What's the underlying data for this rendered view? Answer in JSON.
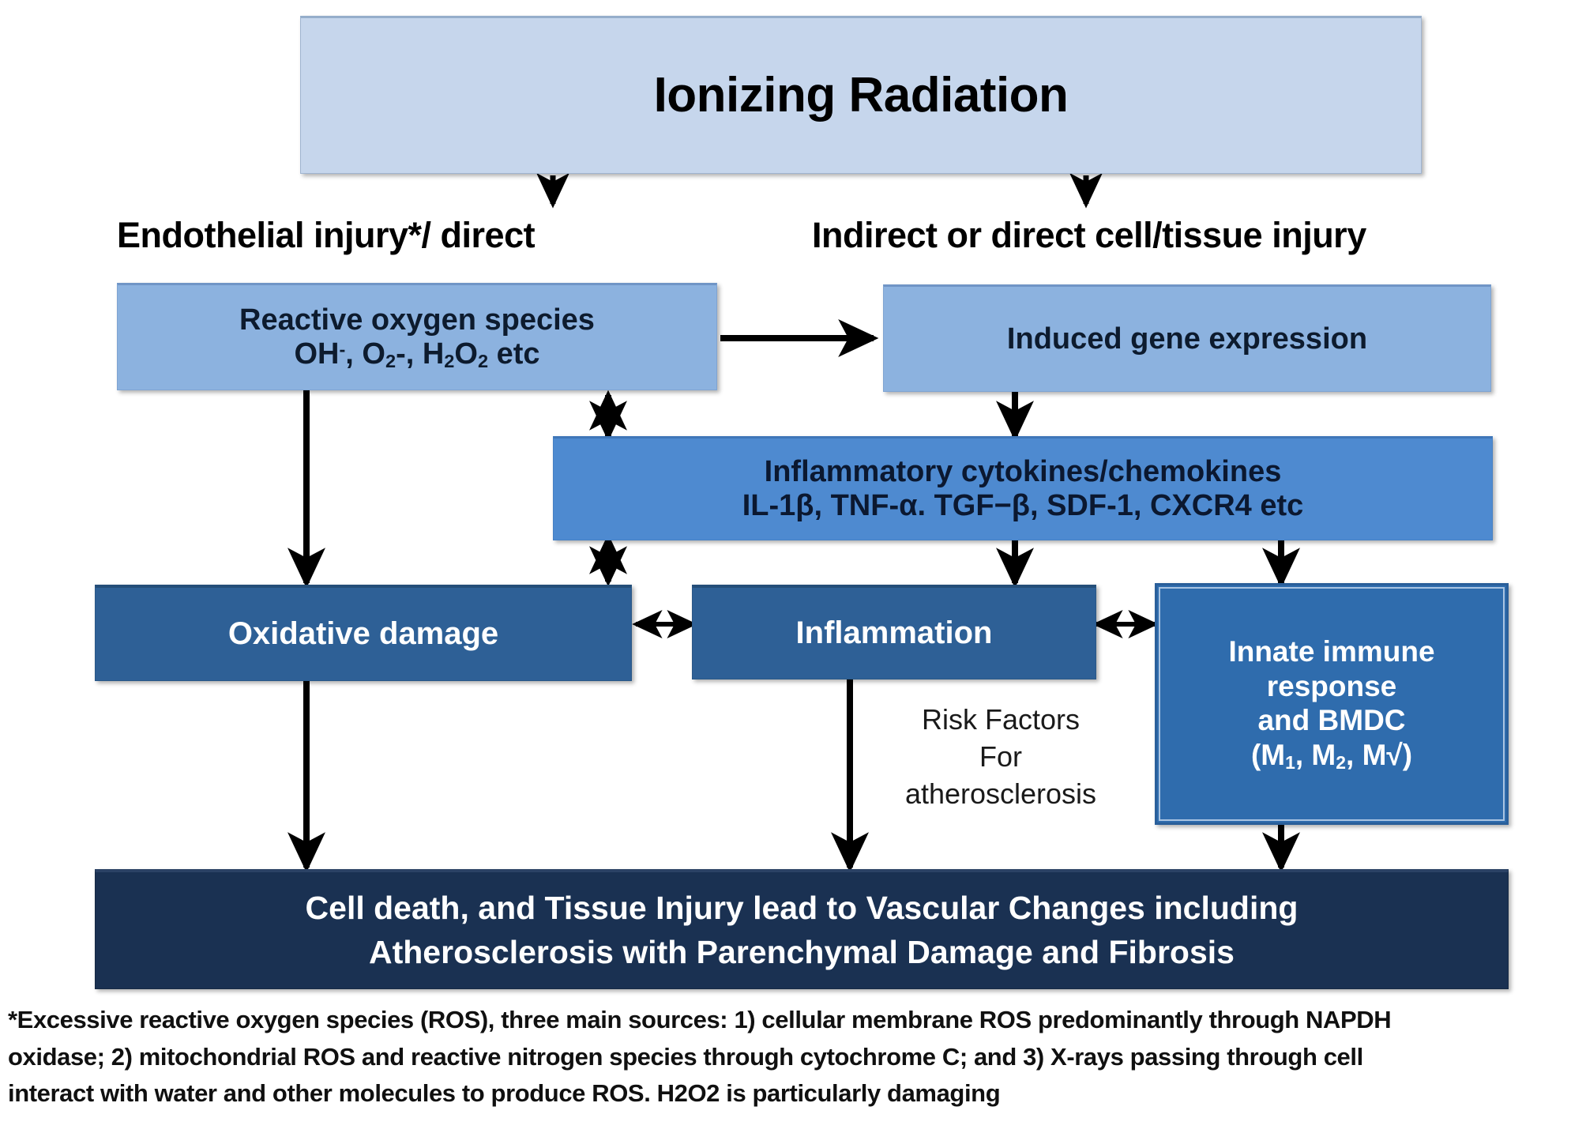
{
  "diagram": {
    "title_box": {
      "label": "Ionizing Radiation"
    },
    "branch_labels": {
      "left": "Endothelial injury*/ direct",
      "right": "Indirect or direct cell/tissue injury"
    },
    "nodes": {
      "ros": {
        "line1": "Reactive oxygen species",
        "line2_pre": "OH",
        "line2_sup": "-",
        "line2_mid": ", O",
        "line2_sub1": "2",
        "line2_mid2": "-, H",
        "line2_sub2": "2",
        "line2_mid3": "O",
        "line2_sub3": "2",
        "line2_end": " etc"
      },
      "gene": {
        "label": "Induced gene expression"
      },
      "cytokines": {
        "line1": "Inflammatory cytokines/chemokines",
        "line2": "IL-1β, TNF-α. TGF−β, SDF-1, CXCR4 etc"
      },
      "oxidative": {
        "label": "Oxidative damage"
      },
      "inflammation": {
        "label": "Inflammation"
      },
      "innate": {
        "line1": "Innate immune",
        "line2": "response",
        "line3": "and BMDC",
        "line4_pre": "(M",
        "line4_sub1": "1",
        "line4_mid": ", M",
        "line4_sub2": "2",
        "line4_end": ", M√)"
      },
      "outcome": {
        "line1": "Cell death, and Tissue Injury lead to Vascular Changes including",
        "line2": "Atherosclerosis with Parenchymal Damage and Fibrosis"
      }
    },
    "annotations": {
      "risk_factors": {
        "line1": "Risk Factors",
        "line2": "For",
        "line3": "atherosclerosis"
      }
    },
    "footnote": {
      "line1": "*Excessive reactive oxygen species (ROS), three main sources: 1) cellular membrane ROS predominantly  through NAPDH",
      "line2": "oxidase; 2) mitochondrial ROS and reactive nitrogen species through cytochrome C; and  3) X-rays passing through cell",
      "line3": "interact with water and other molecules to produce ROS. H2O2 is particularly damaging"
    },
    "colors": {
      "title_box": "#c6d6ec",
      "light_blue": "#8cb2df",
      "mid_blue": "#4e8ad0",
      "dark_blue": "#2e6096",
      "innate_blue": "#2f6cad",
      "navy": "#1a3152",
      "arrow": "#000000"
    }
  }
}
